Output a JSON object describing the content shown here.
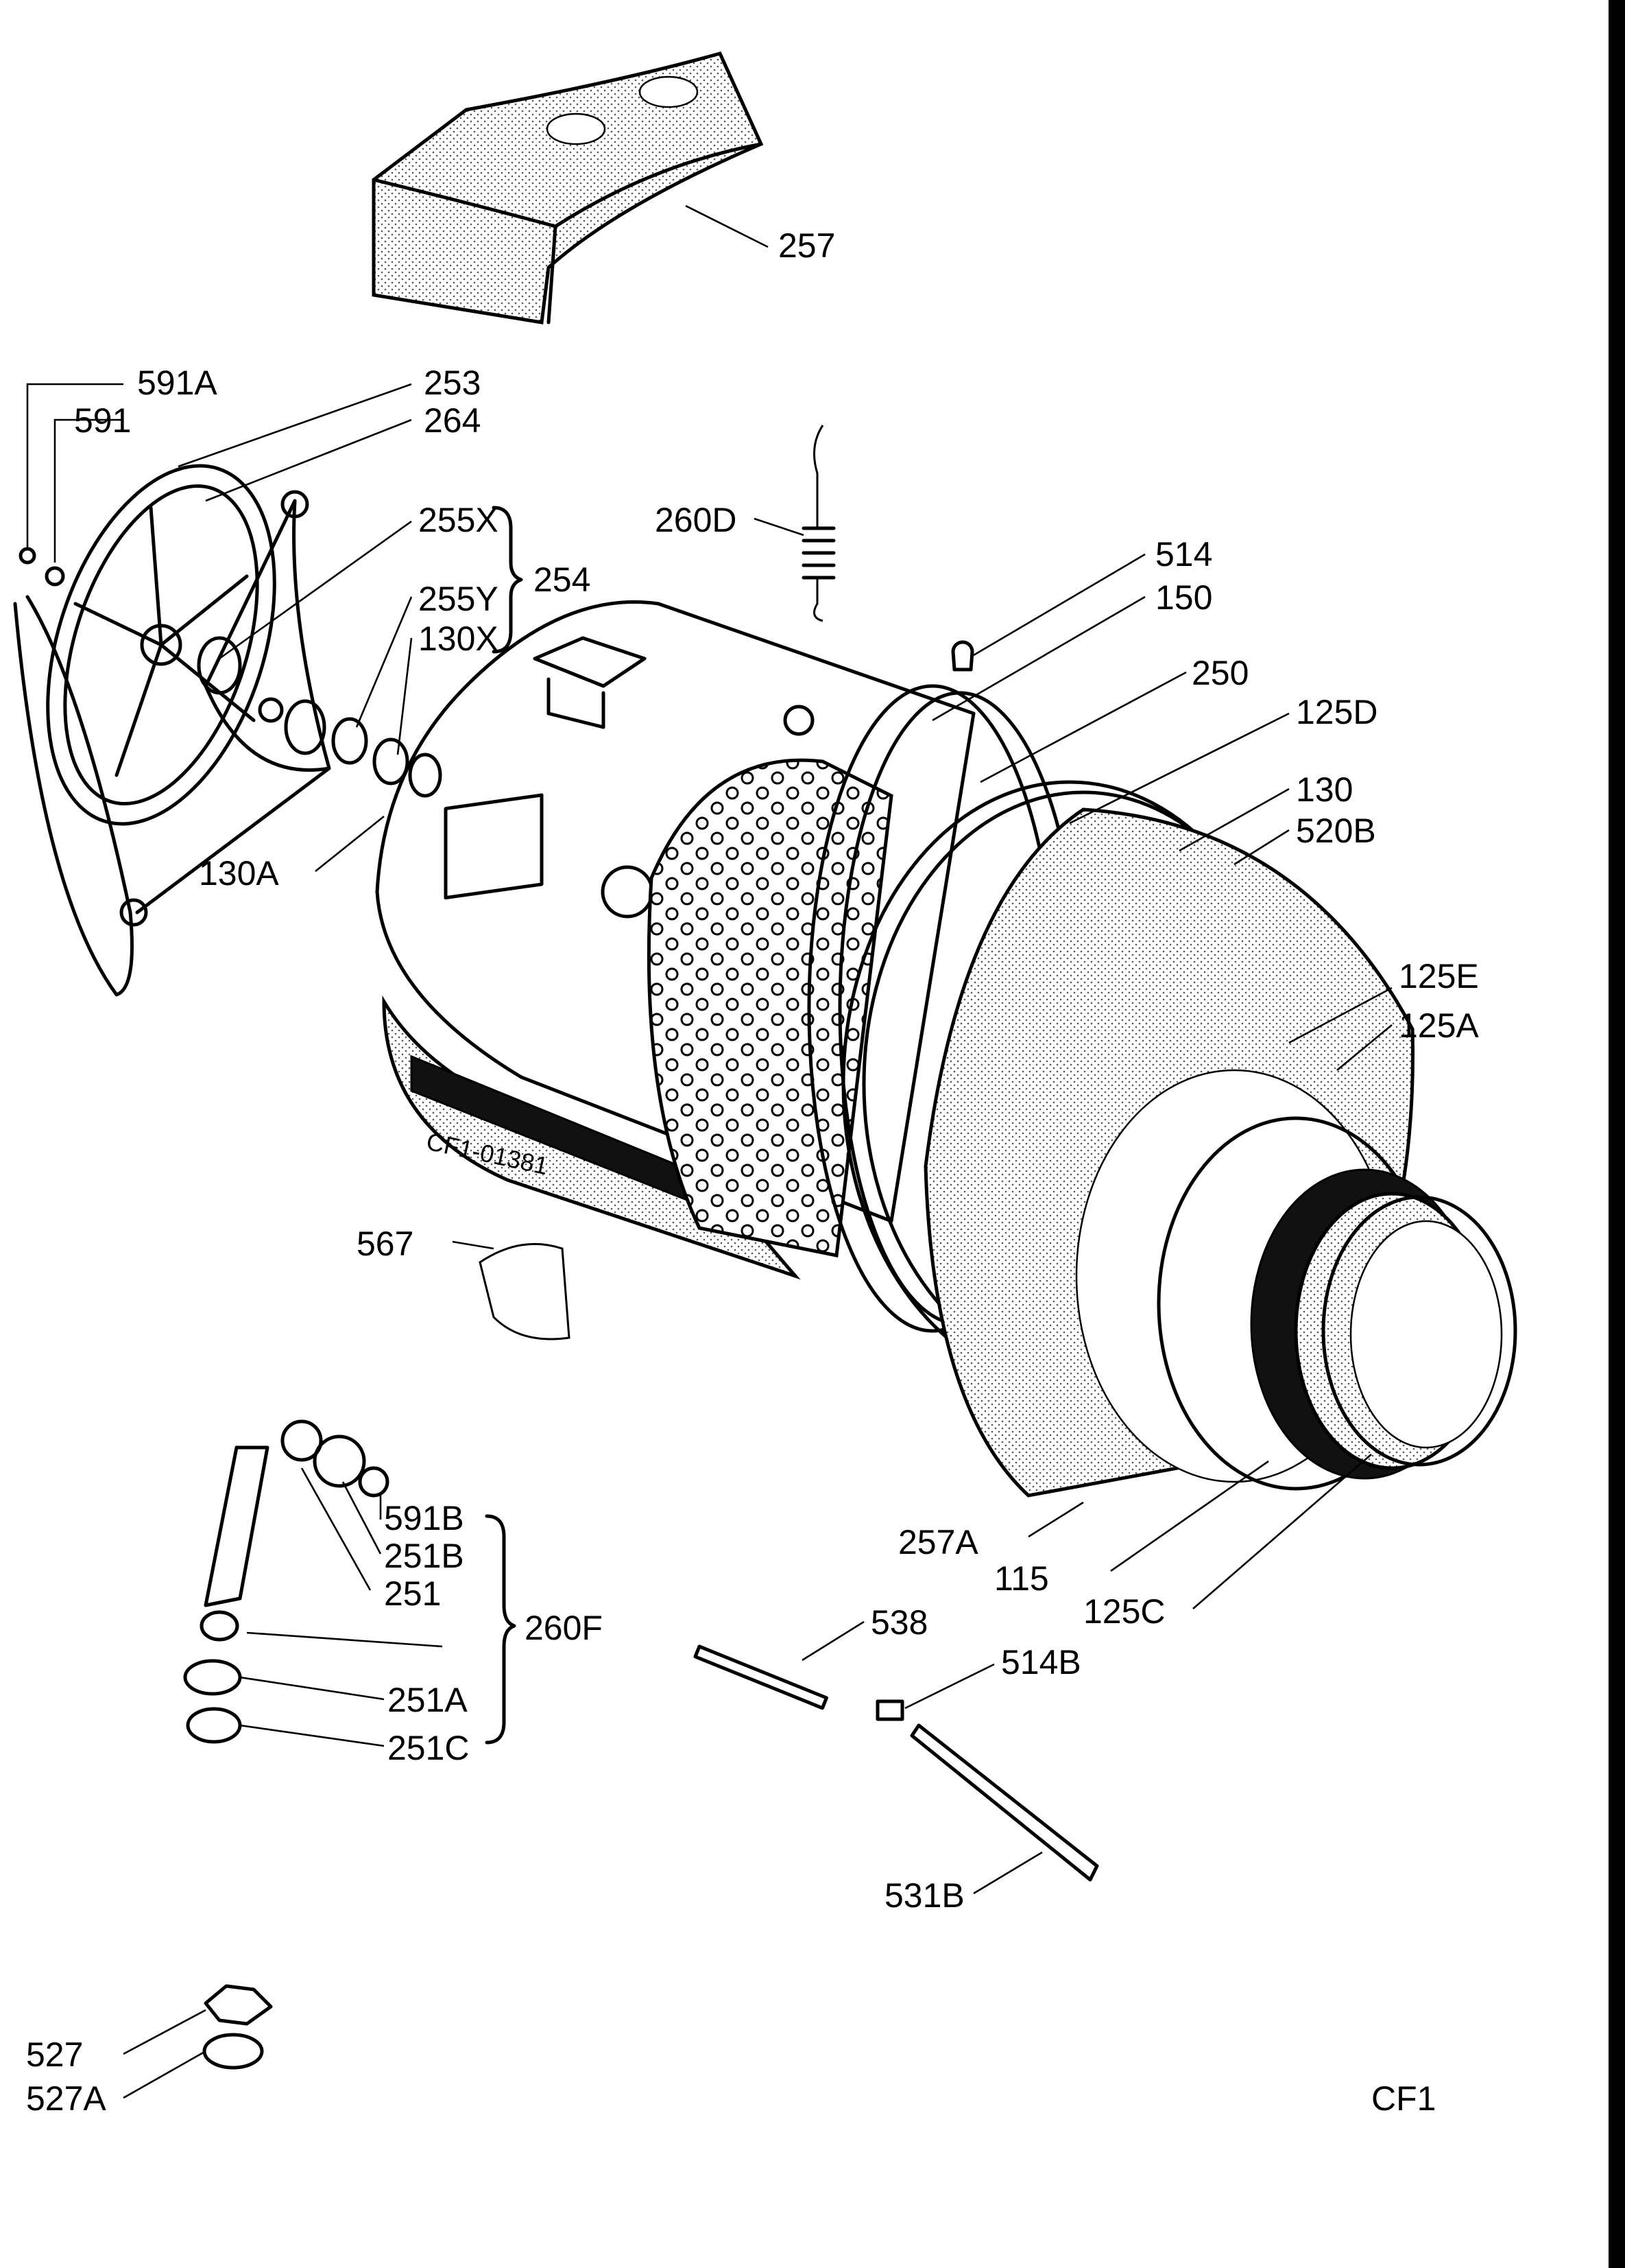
{
  "diagram": {
    "sheet_code": "CF1",
    "drawing_number": "CF1-01381",
    "callouts": {
      "c257": "257",
      "c591A": "591A",
      "c591": "591",
      "c253": "253",
      "c264": "264",
      "c255X": "255X",
      "c254": "254",
      "c255Y": "255Y",
      "c130X": "130X",
      "c260D": "260D",
      "c514": "514",
      "c150": "150",
      "c250": "250",
      "c125D": "125D",
      "c130": "130",
      "c520B": "520B",
      "c130A": "130A",
      "c125E": "125E",
      "c125A": "125A",
      "c567": "567",
      "c591B": "591B",
      "c251B": "251B",
      "c251": "251",
      "c260F": "260F",
      "c251A": "251A",
      "c251C": "251C",
      "c257A": "257A",
      "c115": "115",
      "c125C": "125C",
      "c538": "538",
      "c514B": "514B",
      "c531B": "531B",
      "c527": "527",
      "c527A": "527A"
    }
  }
}
